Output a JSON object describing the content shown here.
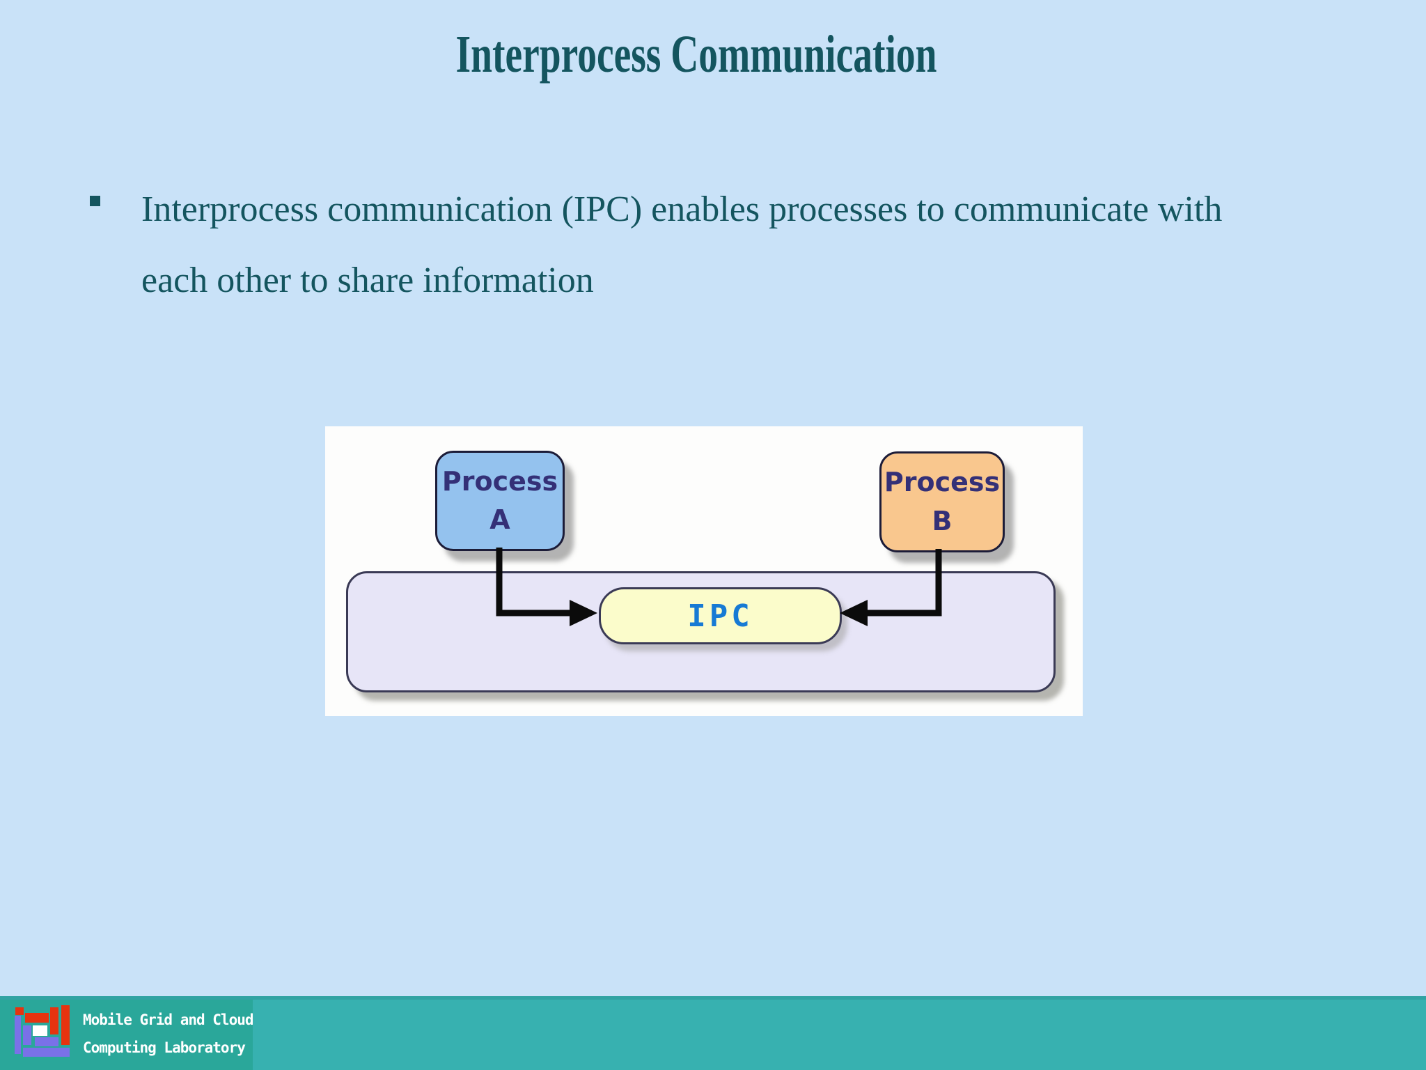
{
  "slide": {
    "title": "Interprocess Communication",
    "bullet": {
      "line1": "Interprocess communication (IPC) enables processes to communicate with",
      "line2": "each other to share information"
    }
  },
  "diagram": {
    "process_a": {
      "line1": "Process",
      "line2": "A"
    },
    "process_b": {
      "line1": "Process",
      "line2": "B"
    },
    "ipc_label": "IPC"
  },
  "footer": {
    "lab_name_line1": "Mobile Grid and Cloud",
    "lab_name_line2": "Computing Laboratory"
  },
  "colors": {
    "background": "#c9e2f8",
    "text_teal": "#14555f",
    "panel_white": "#fdfdfc",
    "process_a_fill": "#94c2ee",
    "process_b_fill": "#f9c78e",
    "container_fill": "#e7e5f7",
    "ipc_fill": "#fbfccb",
    "ipc_text_blue": "#177ad4",
    "box_text_navy": "#343077",
    "arrow_black": "#0b0b0b",
    "footer_teal_left": "#2aa79a",
    "footer_teal_right": "#37b1b0",
    "logo_red": "#e6330f",
    "logo_purple": "#7a71e8"
  }
}
